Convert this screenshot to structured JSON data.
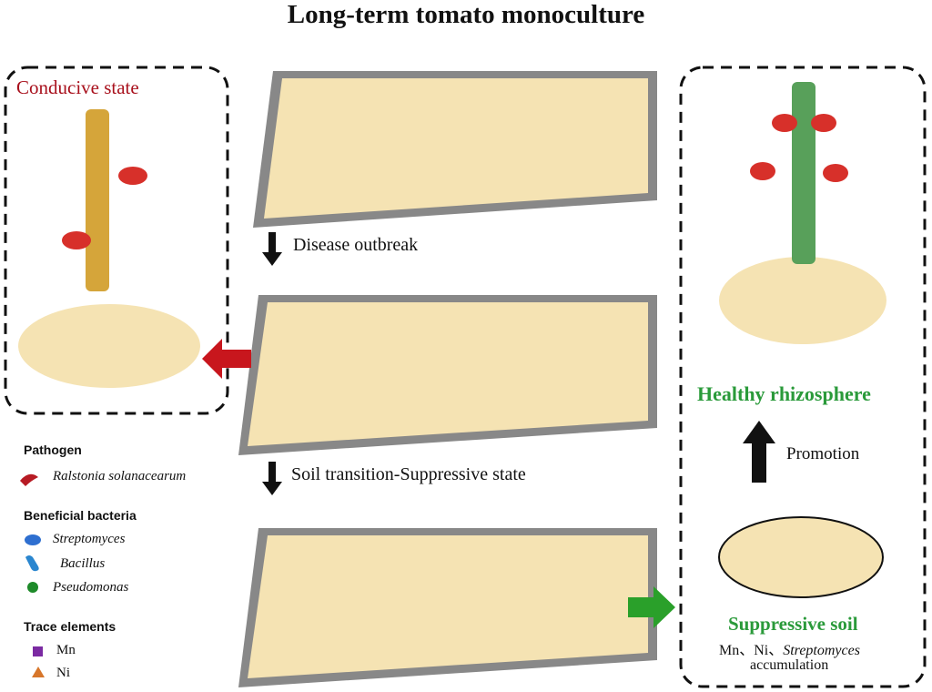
{
  "title": "Long-term tomato monoculture",
  "steps": {
    "step1": "Disease outbreak",
    "step2": "Soil transition-Suppressive state"
  },
  "conducive": {
    "label": "Conducive state"
  },
  "healthy": {
    "label": "Healthy rhizosphere",
    "promotion": "Promotion",
    "suppressive_label": "Suppressive soil",
    "caption_line1_a": "Mn、Ni、",
    "caption_line1_b": "Streptomyces",
    "caption_line2": "accumulation"
  },
  "legend": {
    "pathogen_heading": "Pathogen",
    "pathogen_item": "Ralstonia solanacearum",
    "beneficial_heading": "Beneficial bacteria",
    "beneficial_items": [
      "Streptomyces",
      "Bacillus",
      "Pseudomonas"
    ],
    "trace_heading": "Trace elements",
    "trace_items": [
      "Mn",
      "Ni"
    ]
  },
  "colors": {
    "soil": "#f5e3b3",
    "tray_frame": "#8a8a8a",
    "leaf": "#58a05a",
    "wilt": "#d5a53a",
    "root": "#b08436",
    "tomato": "#d7302a",
    "pathogen": "#b71b24",
    "streptomyces": "#2e6fd0",
    "bacillus": "#2a86cf",
    "pseudomonas": "#1e8a2a",
    "mn": "#7b2aa2",
    "ni": "#d7762a",
    "red_arrow": "#c8161d",
    "green_arrow": "#2aa02a",
    "conducive_text": "#a8101c",
    "healthy_text": "#2a9a3a"
  }
}
